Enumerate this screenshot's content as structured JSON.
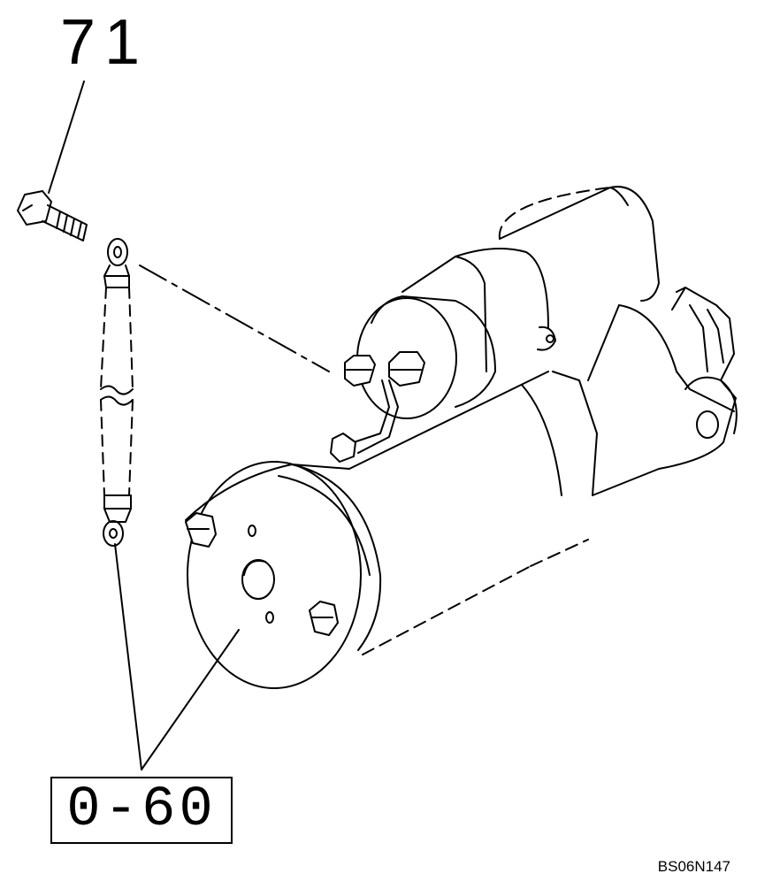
{
  "diagram": {
    "callout_bolt": "71",
    "reference_box": "0-60",
    "figure_code": "BS06N147"
  },
  "colors": {
    "line": "#000000",
    "background": "#ffffff"
  }
}
